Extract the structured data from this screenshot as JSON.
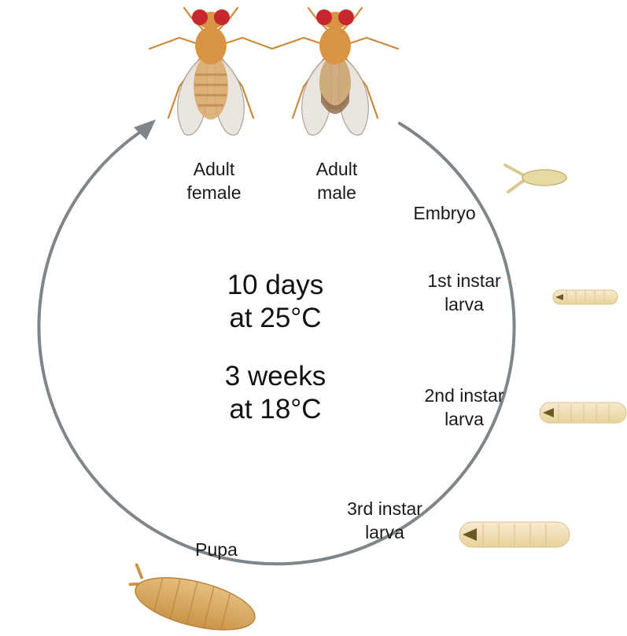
{
  "title": "",
  "cycle": {
    "duration_warm": "10 days\nat 25°C",
    "duration_cool": "3 weeks\nat 18°C",
    "arrow_color": "#7f8589"
  },
  "stages": {
    "adult_female": "Adult\nfemale",
    "adult_male": "Adult\nmale",
    "embryo": "Embryo",
    "larva_1": "1st instar\nlarva",
    "larva_2": "2nd instar\nlarva",
    "larva_3": "3rd instar\nlarva",
    "pupa": "Pupa"
  },
  "colors": {
    "fly_body": "#d89442",
    "fly_eye": "#c7282e",
    "wing": "#e9e3dc",
    "larva": "#f1dfae",
    "embryo": "#e7d9a3",
    "pupa": "#d4a75d"
  }
}
